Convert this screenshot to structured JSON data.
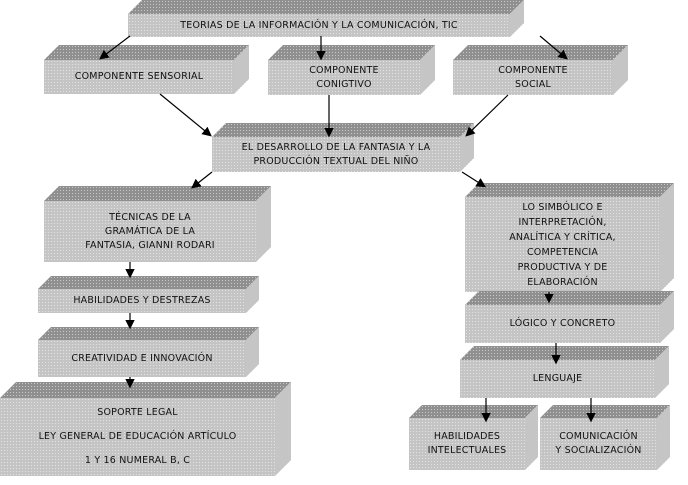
{
  "nodes": {
    "tic": [
      "TEORIAS DE LA INFORMACIÓN Y LA COMUNICACIÓN, TIC"
    ],
    "sensorial": [
      "COMPONENTE SENSORIAL"
    ],
    "cognitivo": [
      "COMPONENTE",
      "CONIGTIVO"
    ],
    "social": [
      "COMPONENTE",
      "SOCIAL"
    ],
    "fantasia": [
      "EL DESARROLLO  DE LA FANTASIA Y LA",
      "PRODUCCIÓN TEXTUAL DEL NIÑO"
    ],
    "tecnicas": [
      "TÉCNICAS DE LA",
      "GRAMÁTICA DE LA",
      "FANTASIA, GIANNI RODARI"
    ],
    "habilidades_destrezas": [
      "HABILIDADES Y DESTREZAS"
    ],
    "creatividad": [
      "CREATIVIDAD E INNOVACIÓN"
    ],
    "soporte": [
      "SOPORTE LEGAL",
      "LEY GENERAL DE EDUCACIÓN ARTÍCULO",
      "1 Y 16 NUMERAL B, C"
    ],
    "simbolico": [
      "LO SIMBÓLICO E",
      "INTERPRETACIÓN,",
      "ANALÍTICA Y CRÍTICA,",
      "COMPETENCIA",
      "PRODUCTIVA Y DE",
      "ELABORACIÓN"
    ],
    "logico": [
      "LÓGICO Y CONCRETO"
    ],
    "lenguaje": [
      "LENGUAJE"
    ],
    "intelectuales": [
      "HABILIDADES",
      "INTELECTUALES"
    ],
    "comunicacion": [
      "COMUNICACIÓN",
      "Y SOCIALIZACIÓN"
    ]
  }
}
